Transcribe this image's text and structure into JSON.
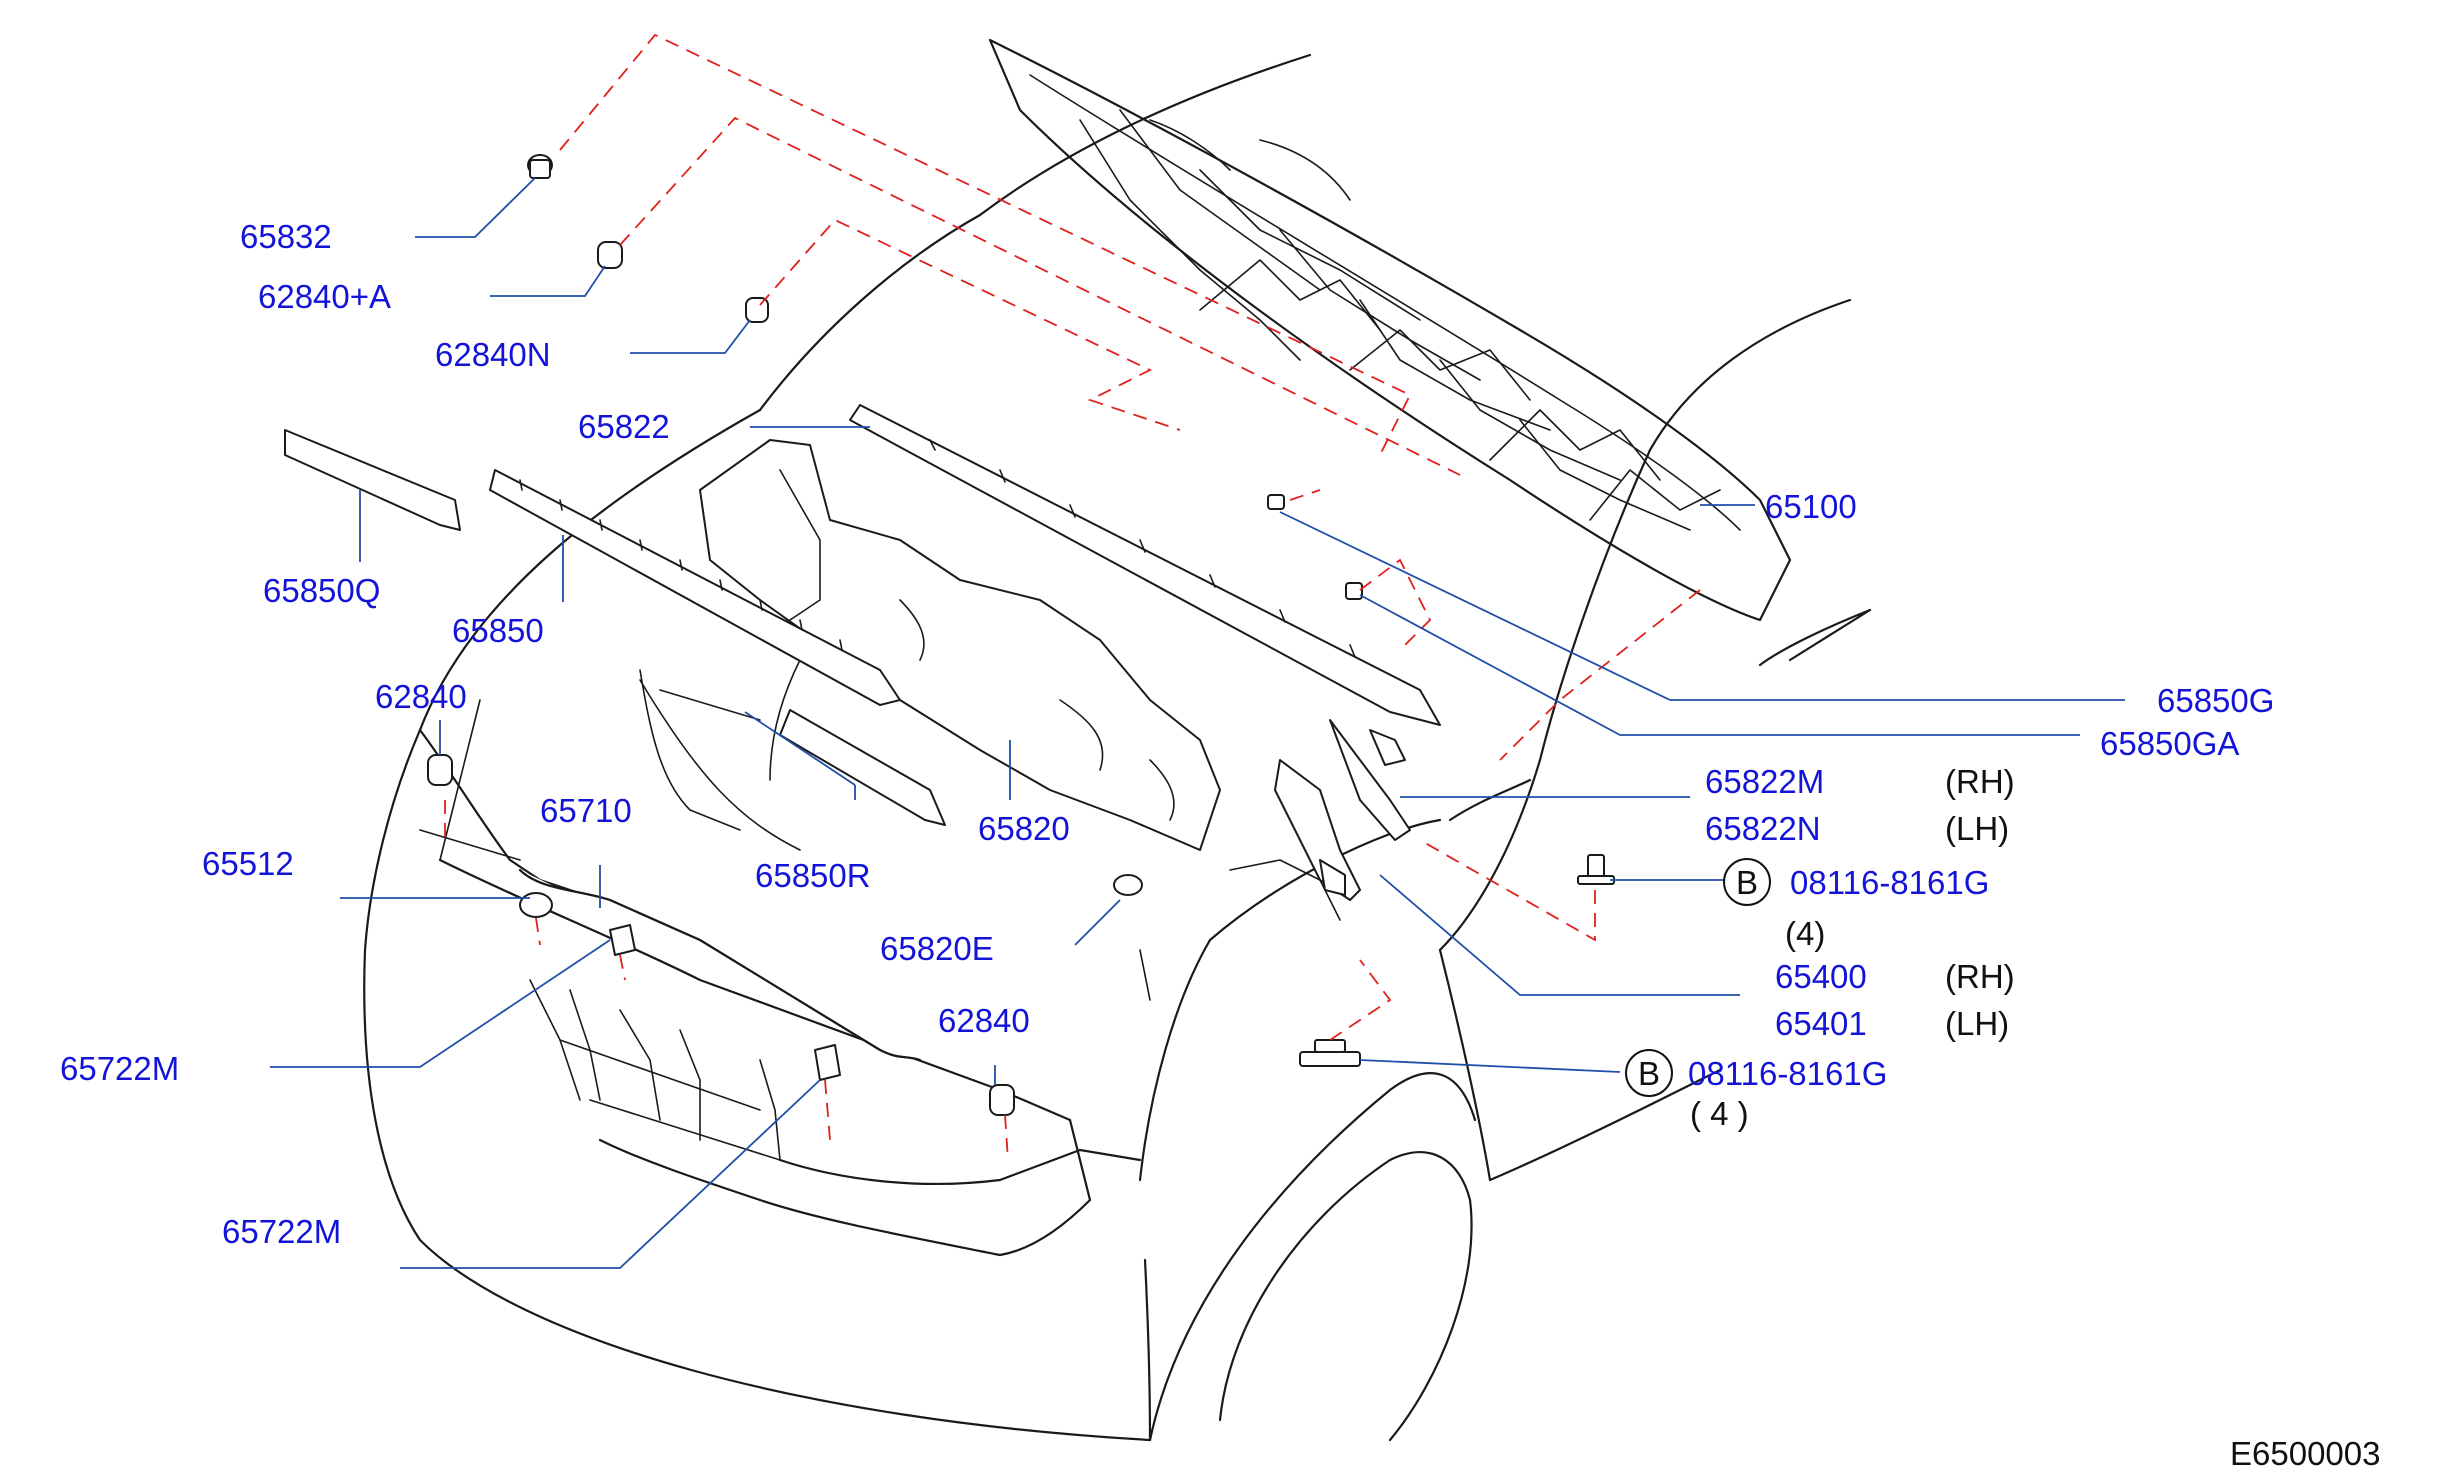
{
  "diagram_id": "E6500003",
  "parts": {
    "p65832": "65832",
    "p62840A": "62840+A",
    "p62840N": "62840N",
    "p65822": "65822",
    "p65100": "65100",
    "p65850Q": "65850Q",
    "p65850": "65850",
    "p65850G": "65850G",
    "p65850GA": "65850GA",
    "p62840_left": "62840",
    "p65822M": "65822M",
    "p65822N": "65822N",
    "p65710": "65710",
    "p65820": "65820",
    "p65850R": "65850R",
    "p65512": "65512",
    "p65820E": "65820E",
    "p65400": "65400",
    "p65401": "65401",
    "p65722M_a": "65722M",
    "p62840_front": "62840",
    "p65722M_b": "65722M",
    "bolt_a": "08116-8161G",
    "bolt_b": "08116-8161G"
  },
  "notes": {
    "rh_1": "(RH)",
    "lh_1": "(LH)",
    "rh_2": "(RH)",
    "lh_2": "(LH)",
    "qty_a": "(4)",
    "qty_b": "( 4 )",
    "b_a": "B",
    "b_b": "B"
  }
}
